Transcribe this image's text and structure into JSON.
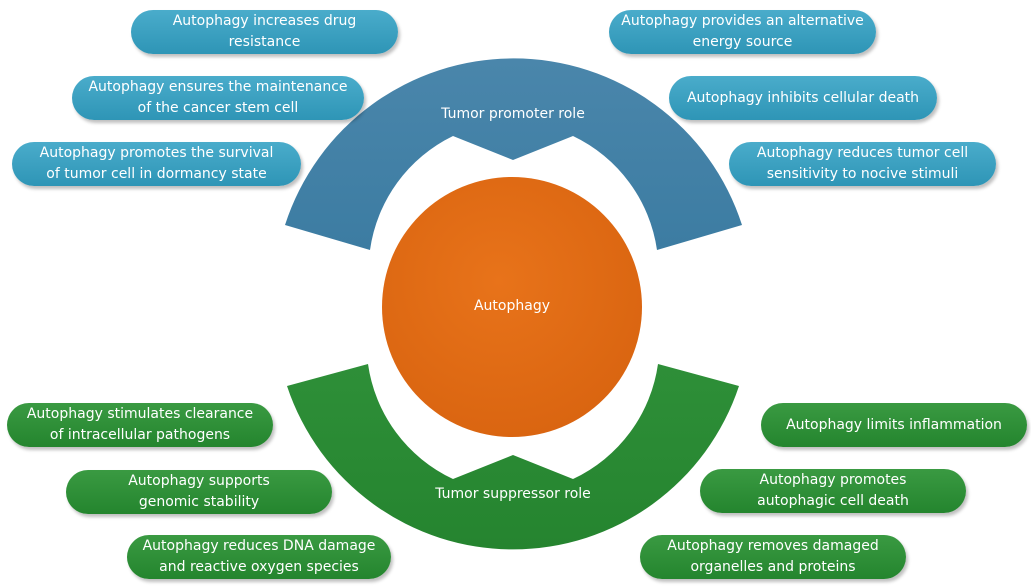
{
  "center": {
    "label": "Autophagy"
  },
  "promoter": {
    "label": "Tumor promoter role",
    "items": [
      "Autophagy increases drug\nresistance",
      "Autophagy ensures the maintenance\nof the cancer stem cell",
      "Autophagy promotes the survival\nof tumor cell in dormancy state",
      "Autophagy provides an alternative\nenergy source",
      "Autophagy inhibits cellular death",
      "Autophagy reduces tumor cell\nsensitivity to nocive stimuli"
    ]
  },
  "suppressor": {
    "label": "Tumor suppressor role",
    "items": [
      "Autophagy stimulates clearance\nof intracellular pathogens",
      "Autophagy supports\ngenomic stability",
      "Autophagy reduces DNA damage\nand reactive oxygen species",
      "Autophagy limits inflammation",
      "Autophagy promotes\nautophagic cell death",
      "Autophagy removes damaged\norganelles and proteins"
    ]
  },
  "colors": {
    "promoter": "#3f7ea3",
    "suppressor": "#2a8a34",
    "center": "#e06a14",
    "pill_blue": "#3aa0c0",
    "pill_green": "#2a8a34"
  }
}
